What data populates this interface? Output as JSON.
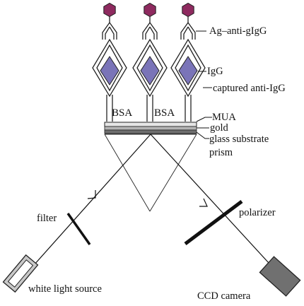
{
  "labels": {
    "ag_anti_gigg": "Ag–anti-gIgG",
    "igg": "IgG",
    "captured_anti_igg": "captured anti-IgG",
    "mua": "MUA",
    "gold": "gold",
    "glass_substrate": "glass substrate",
    "prism": "prism",
    "bsa_left": "BSA",
    "bsa_right": "BSA",
    "filter": "filter",
    "polarizer": "polarizer",
    "white_light_source": "white light source",
    "ccd_camera": "CCD camera"
  },
  "colors": {
    "ag_particle": "#8e2a5f",
    "igg_diamond": "#7a74b8",
    "mua_layer": "#e6e6e6",
    "gold_layer": "#b4b4b4",
    "glass_layer": "#6e6e6e",
    "ccd_body": "#707070",
    "lamp_body": "#c8c8c8"
  },
  "icons": {
    "source": "lamp-icon",
    "detector": "camera-icon"
  }
}
